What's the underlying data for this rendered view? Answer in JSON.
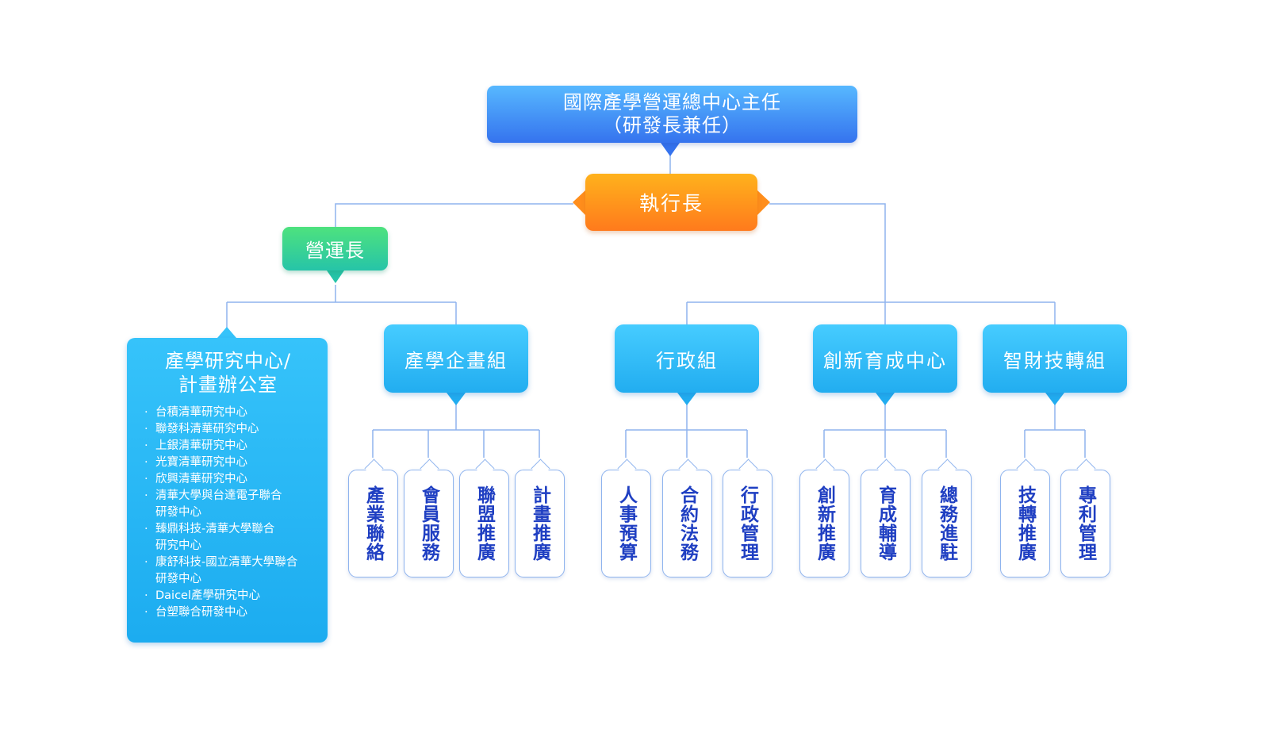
{
  "colors": {
    "connector": "#8fb4ee",
    "top_gradient": [
      "#57b8ff",
      "#3573ee"
    ],
    "ceo_gradient": [
      "#ffb21c",
      "#ff7a1c"
    ],
    "coo_gradient": [
      "#4ee27e",
      "#26c4a8"
    ],
    "dept_gradient": [
      "#46ccff",
      "#22adf0"
    ],
    "leaf_text": "#1f3fc2"
  },
  "director": {
    "line1": "國際產學營運總中心主任",
    "line2": "（研發長兼任）"
  },
  "ceo": {
    "label": "執行長"
  },
  "coo": {
    "label": "營運長"
  },
  "research_office": {
    "title_line1": "產學研究中心/",
    "title_line2": "計畫辦公室",
    "centers": [
      "台積清華研究中心",
      "聯發科清華研究中心",
      "上銀清華研究中心",
      "光寶清華研究中心",
      "欣興清華研究中心",
      "清華大學與台達電子聯合\n研發中心",
      "臻鼎科技-清華大學聯合\n研究中心",
      "康舒科技-國立清華大學聯合\n研發中心",
      "Daicel產學研究中心",
      "台塑聯合研發中心"
    ]
  },
  "departments": [
    {
      "label": "產學企畫組",
      "units": [
        "產業聯絡",
        "會員服務",
        "聯盟推廣",
        "計畫推廣"
      ]
    },
    {
      "label": "行政組",
      "units": [
        "人事預算",
        "合約法務",
        "行政管理"
      ]
    },
    {
      "label": "創新育成中心",
      "units": [
        "創新推廣",
        "育成輔導",
        "總務進駐"
      ]
    },
    {
      "label": "智財技轉組",
      "units": [
        "技轉推廣",
        "專利管理"
      ]
    }
  ]
}
